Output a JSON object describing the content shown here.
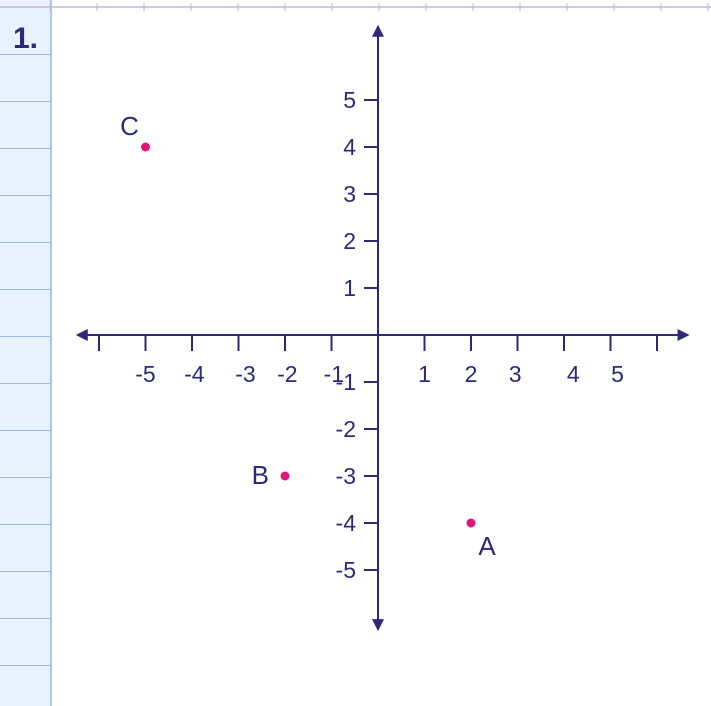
{
  "problem": {
    "number": "1."
  },
  "chart_data": {
    "type": "scatter",
    "title": "",
    "xlabel": "",
    "ylabel": "",
    "xlim": [
      -6.5,
      6.7
    ],
    "ylim": [
      -6.3,
      6.6
    ],
    "grid": false,
    "x_ticks": [
      -6,
      -5,
      -4,
      -3,
      -2,
      -1,
      1,
      2,
      3,
      4,
      5,
      6
    ],
    "x_tick_labels": [
      "-5",
      "-4",
      "-3",
      "-2",
      "-1",
      "1",
      "2",
      "3",
      "4",
      "5"
    ],
    "y_ticks": [
      -5,
      -4,
      -3,
      -2,
      -1,
      1,
      2,
      3,
      4,
      5
    ],
    "y_tick_labels": [
      "5",
      "4",
      "3",
      "2",
      "1",
      "-1",
      "-2",
      "-3",
      "-4",
      "-5"
    ],
    "points": [
      {
        "label": "C",
        "x": -5,
        "y": 4
      },
      {
        "label": "B",
        "x": -2,
        "y": -3
      },
      {
        "label": "A",
        "x": 2,
        "y": -4
      }
    ]
  },
  "colors": {
    "axis": "#2b2a7a",
    "point": "#e0157a",
    "margin": "#e8f1fc",
    "margin_rule": "#9bbde3"
  }
}
